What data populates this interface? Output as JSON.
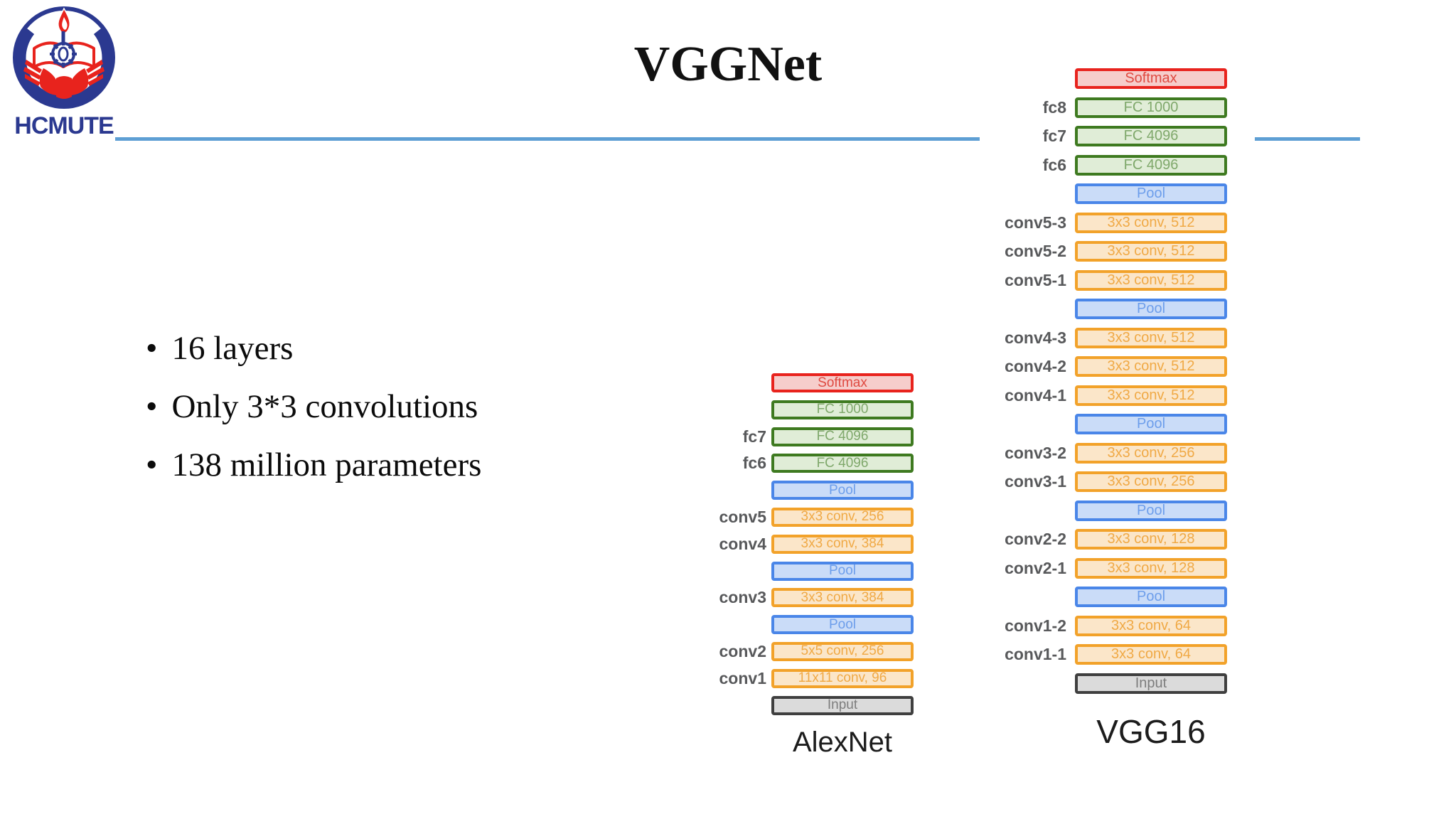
{
  "slide": {
    "title": "VGGNet",
    "logo_text": "HCMUTE",
    "divider_color": "#5E9FD4",
    "bullets": [
      "16 layers",
      "Only 3*3 convolutions",
      "138 million parameters"
    ]
  },
  "box_styles": {
    "softmax": {
      "border": "#E8231D",
      "bg": "#F6CDCB",
      "text": "#DF4A41"
    },
    "fc": {
      "border": "#3E7A20",
      "bg": "#E0EDD7",
      "text": "#7FA86B"
    },
    "pool": {
      "border": "#4A86E8",
      "bg": "#CADCF8",
      "text": "#6D9EEB"
    },
    "conv": {
      "border": "#F2A22A",
      "bg": "#FBE6C9",
      "text": "#F0A945"
    },
    "input": {
      "border": "#3F3F3F",
      "bg": "#DBDBDB",
      "text": "#7D7D7D"
    }
  },
  "diagrams": [
    {
      "name": "AlexNet",
      "rows": [
        {
          "label": "",
          "text": "Softmax",
          "type": "softmax"
        },
        {
          "label": "",
          "text": "FC 1000",
          "type": "fc"
        },
        {
          "label": "fc7",
          "text": "FC 4096",
          "type": "fc"
        },
        {
          "label": "fc6",
          "text": "FC 4096",
          "type": "fc"
        },
        {
          "label": "",
          "text": "Pool",
          "type": "pool"
        },
        {
          "label": "conv5",
          "text": "3x3 conv, 256",
          "type": "conv"
        },
        {
          "label": "conv4",
          "text": "3x3 conv, 384",
          "type": "conv"
        },
        {
          "label": "",
          "text": "Pool",
          "type": "pool"
        },
        {
          "label": "conv3",
          "text": "3x3 conv, 384",
          "type": "conv"
        },
        {
          "label": "",
          "text": "Pool",
          "type": "pool"
        },
        {
          "label": "conv2",
          "text": "5x5 conv, 256",
          "type": "conv"
        },
        {
          "label": "conv1",
          "text": "11x11 conv, 96",
          "type": "conv"
        },
        {
          "label": "",
          "text": "Input",
          "type": "input"
        }
      ]
    },
    {
      "name": "VGG16",
      "rows": [
        {
          "label": "",
          "text": "Softmax",
          "type": "softmax"
        },
        {
          "label": "fc8",
          "text": "FC 1000",
          "type": "fc"
        },
        {
          "label": "fc7",
          "text": "FC 4096",
          "type": "fc"
        },
        {
          "label": "fc6",
          "text": "FC 4096",
          "type": "fc"
        },
        {
          "label": "",
          "text": "Pool",
          "type": "pool"
        },
        {
          "label": "conv5-3",
          "text": "3x3 conv, 512",
          "type": "conv"
        },
        {
          "label": "conv5-2",
          "text": "3x3 conv, 512",
          "type": "conv"
        },
        {
          "label": "conv5-1",
          "text": "3x3 conv, 512",
          "type": "conv"
        },
        {
          "label": "",
          "text": "Pool",
          "type": "pool"
        },
        {
          "label": "conv4-3",
          "text": "3x3 conv, 512",
          "type": "conv"
        },
        {
          "label": "conv4-2",
          "text": "3x3 conv, 512",
          "type": "conv"
        },
        {
          "label": "conv4-1",
          "text": "3x3 conv, 512",
          "type": "conv"
        },
        {
          "label": "",
          "text": "Pool",
          "type": "pool"
        },
        {
          "label": "conv3-2",
          "text": "3x3 conv, 256",
          "type": "conv"
        },
        {
          "label": "conv3-1",
          "text": "3x3 conv, 256",
          "type": "conv"
        },
        {
          "label": "",
          "text": "Pool",
          "type": "pool"
        },
        {
          "label": "conv2-2",
          "text": "3x3 conv, 128",
          "type": "conv"
        },
        {
          "label": "conv2-1",
          "text": "3x3 conv, 128",
          "type": "conv"
        },
        {
          "label": "",
          "text": "Pool",
          "type": "pool"
        },
        {
          "label": "conv1-2",
          "text": "3x3 conv, 64",
          "type": "conv"
        },
        {
          "label": "conv1-1",
          "text": "3x3 conv, 64",
          "type": "conv"
        },
        {
          "label": "",
          "text": "Input",
          "type": "input"
        }
      ]
    }
  ]
}
